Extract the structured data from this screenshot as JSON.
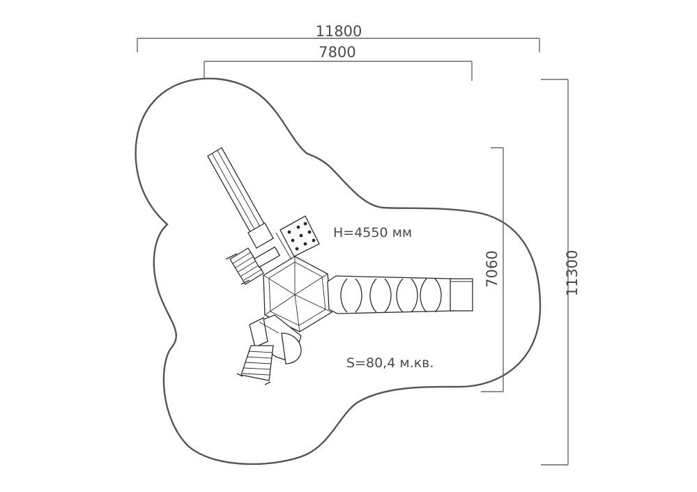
{
  "dimensions": {
    "overall_width": "11800",
    "inner_width": "7800",
    "overall_height": "11300",
    "inner_height": "7060"
  },
  "notes": {
    "height": "H=4550 мм",
    "area": "S=80,4 м.кв."
  },
  "colors": {
    "outline": "#555555",
    "equipment": "#2b2b2b",
    "text": "#4a4a4a"
  }
}
